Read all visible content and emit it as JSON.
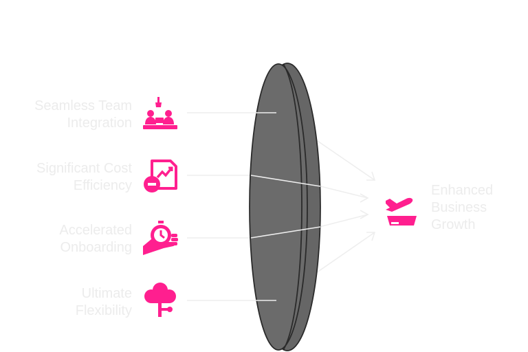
{
  "benefits": [
    {
      "line1": "Seamless Team",
      "line2": "Integration",
      "icon": "team-meeting-icon"
    },
    {
      "line1": "Significant Cost",
      "line2": "Efficiency",
      "icon": "cost-reduction-icon"
    },
    {
      "line1": "Accelerated",
      "line2": "Onboarding",
      "icon": "stopwatch-hand-icon"
    },
    {
      "line1": "Ultimate",
      "line2": "Flexibility",
      "icon": "cloud-network-icon"
    }
  ],
  "outcome": {
    "line1": "Enhanced",
    "line2": "Business",
    "line3": "Growth",
    "icon": "takeoff-icon"
  },
  "colors": {
    "accent": "#ff1f8f",
    "lens": "#6b6b6b",
    "label": "#ececec",
    "line": "#eeeeee"
  }
}
